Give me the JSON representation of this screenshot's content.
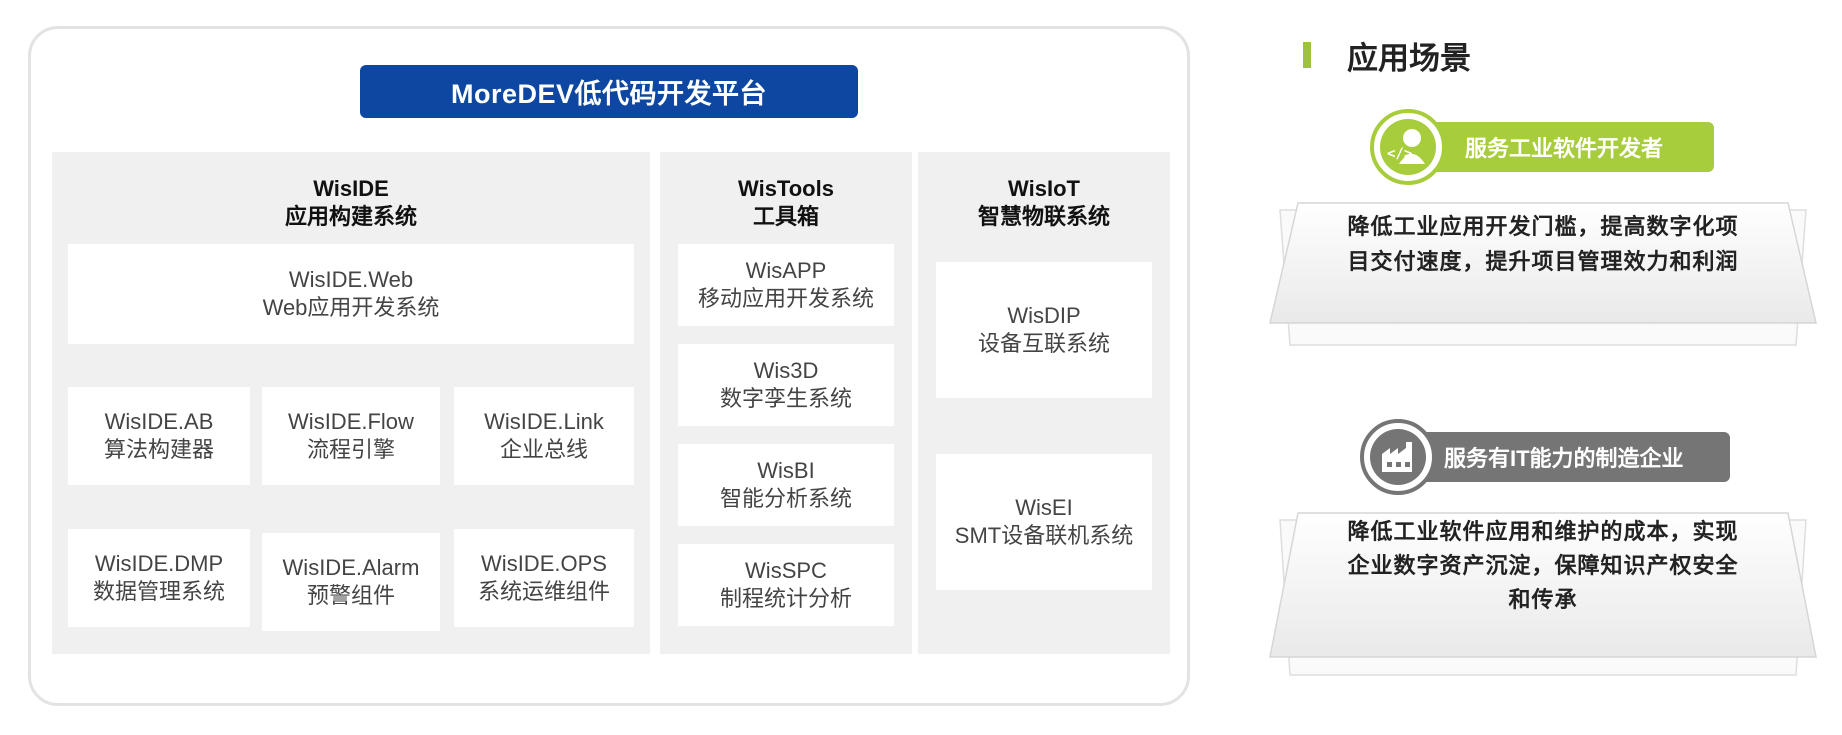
{
  "platform": {
    "title": "MoreDEV低代码开发平台",
    "wiside": {
      "title": "WisIDE",
      "subtitle": "应用构建系统",
      "web": {
        "name": "WisIDE.Web",
        "desc": "Web应用开发系统"
      },
      "modules": [
        {
          "name": "WisIDE.AB",
          "desc": "算法构建器"
        },
        {
          "name": "WisIDE.Flow",
          "desc": "流程引擎"
        },
        {
          "name": "WisIDE.Link",
          "desc": "企业总线"
        },
        {
          "name": "WisIDE.DMP",
          "desc": "数据管理系统"
        },
        {
          "name": "WisIDE.Alarm",
          "desc": "预警组件"
        },
        {
          "name": "WisIDE.OPS",
          "desc": "系统运维组件"
        }
      ]
    },
    "wistools": {
      "title": "WisTools",
      "subtitle": "工具箱",
      "items": [
        {
          "name": "WisAPP",
          "desc": "移动应用开发系统"
        },
        {
          "name": "Wis3D",
          "desc": "数字孪生系统"
        },
        {
          "name": "WisBI",
          "desc": "智能分析系统"
        },
        {
          "name": "WisSPC",
          "desc": "制程统计分析"
        }
      ]
    },
    "wisiot": {
      "title": "WisIoT",
      "subtitle": "智慧物联系统",
      "items": [
        {
          "name": "WisDIP",
          "desc": "设备互联系统"
        },
        {
          "name": "WisEI",
          "desc": "SMT设备联机系统"
        }
      ]
    }
  },
  "scenarios": {
    "title": "应用场景",
    "accent_color": "#9cc33b",
    "items": [
      {
        "label": "服务工业软件开发者",
        "icon": "developer-icon",
        "color": "#a7cc3c",
        "lines": [
          "降低工业应用开发门槛，提高数字化项",
          "目交付速度，提升项目管理效力和利润"
        ]
      },
      {
        "label": "服务有IT能力的制造企业",
        "icon": "factory-icon",
        "color": "#757575",
        "lines": [
          "降低工业软件应用和维护的成本，实现",
          "企业数字资产沉淀，保障知识产权安全",
          "和传承"
        ]
      }
    ]
  }
}
